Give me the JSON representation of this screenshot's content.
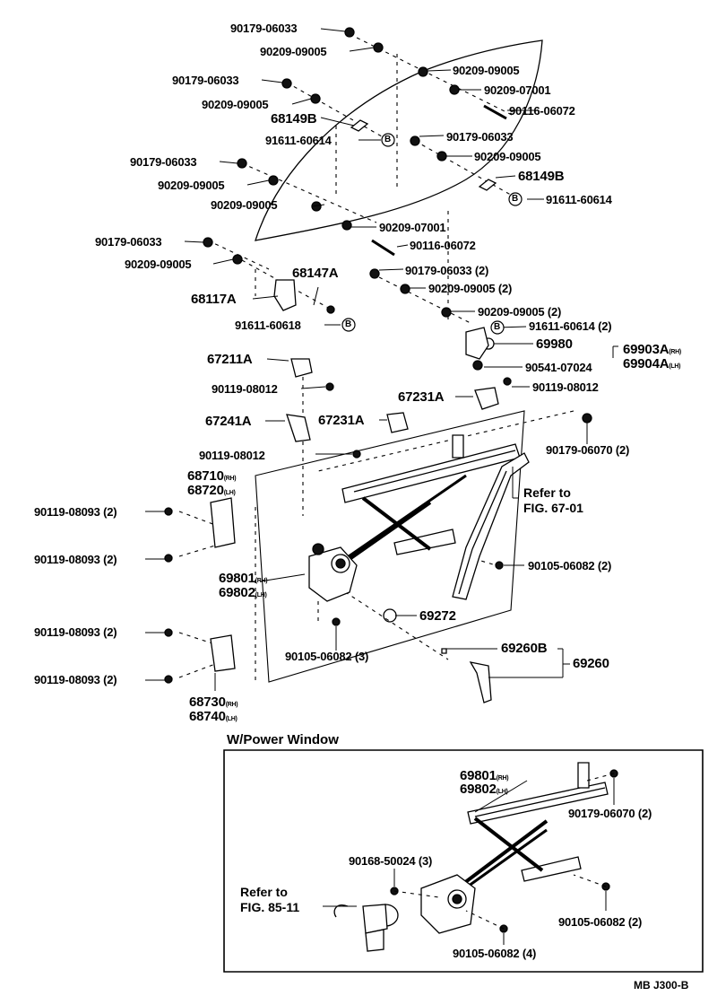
{
  "labels": {
    "l01": "90179-06033",
    "l02": "90209-09005",
    "l03": "90209-09005",
    "l04": "90209-07001",
    "l05": "90116-06072",
    "l06": "90179-06033",
    "l07": "90209-09005",
    "l08": "68149B",
    "l09": "91611-60614",
    "l10": "90179-06033",
    "l11": "90209-09005",
    "l12": "90179-06033",
    "l13": "90209-09005",
    "l14": "68149B",
    "l15": "91611-60614",
    "l16": "90209-09005",
    "l17": "90209-07001",
    "l18": "90116-06072",
    "l19": "90179-06033",
    "l20": "90209-09005",
    "l21": "90179-06033 (2)",
    "l22": "90209-09005 (2)",
    "l23": "68147A",
    "l24": "68117A",
    "l25": "91611-60618",
    "l26": "90209-09005 (2)",
    "l27": "91611-60614 (2)",
    "l28": "69980",
    "l29": "69903A",
    "l29s": "(RH)",
    "l30": "69904A",
    "l30s": "(LH)",
    "l31": "90541-07024",
    "l32": "67211A",
    "l33": "90119-08012",
    "l34": "67231A",
    "l35": "90119-08012",
    "l36": "67241A",
    "l37": "67231A",
    "l38": "90179-06070 (2)",
    "l39": "90119-08012",
    "l40": "68710",
    "l40s": "(RH)",
    "l41": "68720",
    "l41s": "(LH)",
    "l42": "Refer to",
    "l43": "FIG. 67-01",
    "l44": "90119-08093 (2)",
    "l45": "90119-08093 (2)",
    "l46": "90105-06082 (2)",
    "l47": "69801",
    "l47s": "(RH)",
    "l48": "69802",
    "l48s": "(LH)",
    "l49": "69272",
    "l50": "90119-08093 (2)",
    "l51": "90105-06082 (3)",
    "l52": "69260B",
    "l53": "69260",
    "l54": "90119-08093 (2)",
    "l55": "68730",
    "l55s": "(RH)",
    "l56": "68740",
    "l56s": "(LH)"
  },
  "power_window": {
    "title": "W/Power Window",
    "p1": "69801",
    "p1s": "(RH)",
    "p2": "69802",
    "p2s": "(LH)",
    "p3": "90179-06070 (2)",
    "p4": "90168-50024 (3)",
    "p5": "Refer to",
    "p6": "FIG. 85-11",
    "p7": "90105-06082 (2)",
    "p8": "90105-06082 (4)"
  },
  "ref_code": "MB J300-B",
  "callout_symbol": "B"
}
